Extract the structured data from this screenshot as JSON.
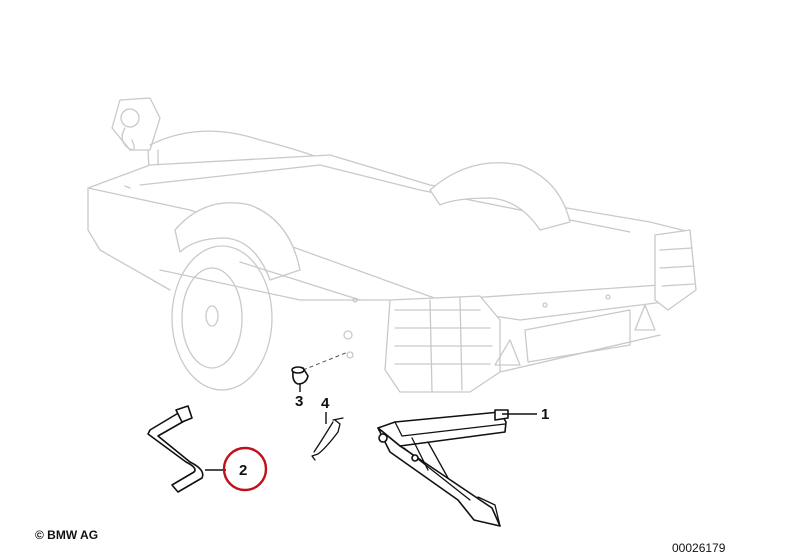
{
  "callouts": {
    "part_1": "1",
    "part_2": "2",
    "part_3": "3",
    "part_4": "4"
  },
  "highlight": {
    "part": "2",
    "color": "#c0101a"
  },
  "footer": {
    "copyright": "© BMW AG",
    "diagram_number": "00026179"
  }
}
